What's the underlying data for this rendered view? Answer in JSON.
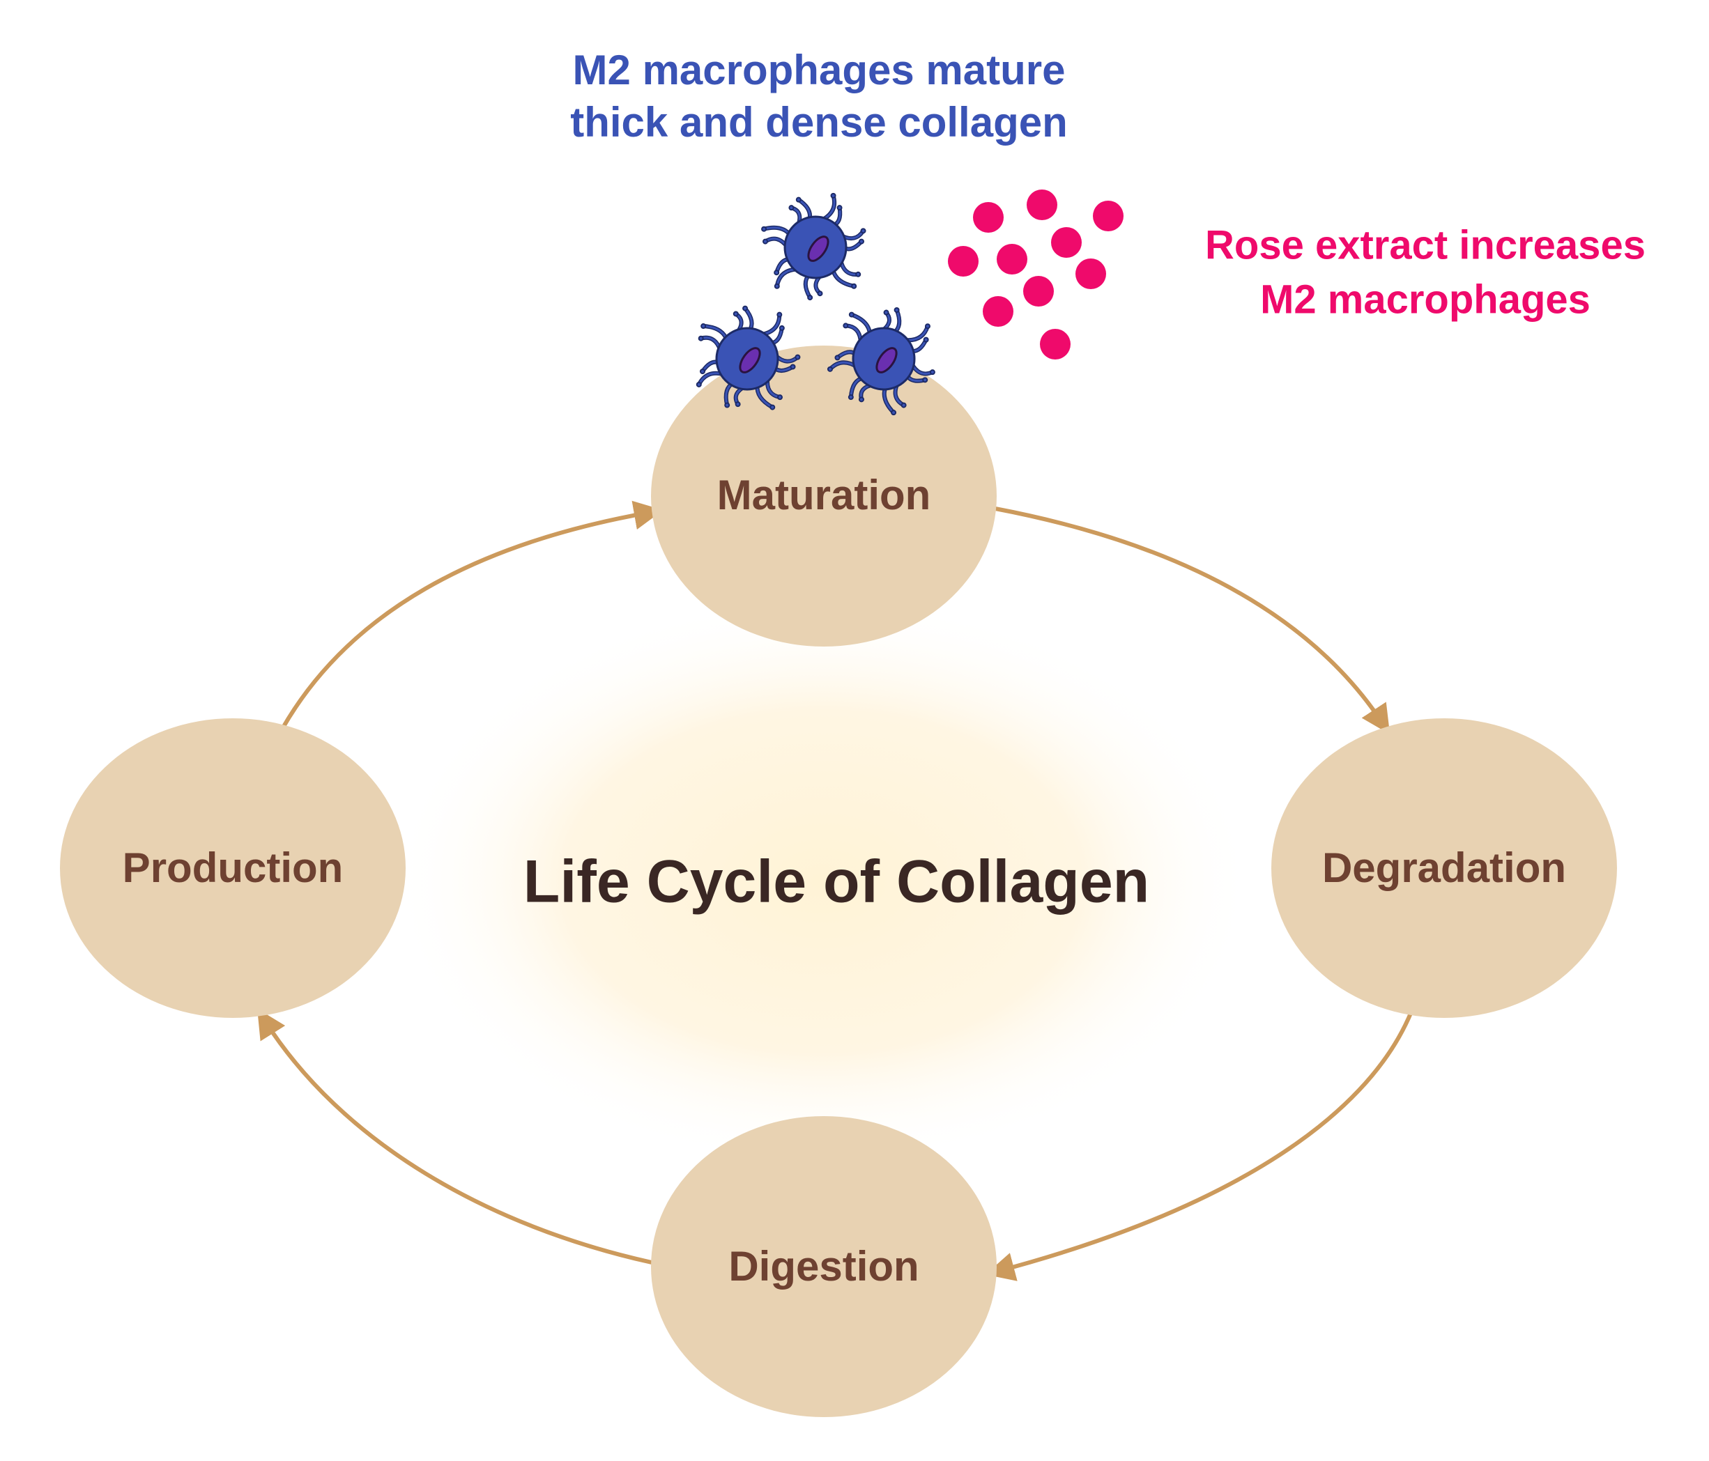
{
  "title": "Life Cycle of Collagen",
  "stages": {
    "maturation": "Maturation",
    "degradation": "Degradation",
    "digestion": "Digestion",
    "production": "Production"
  },
  "annotations": {
    "macrophage_line1": "M2 macrophages mature",
    "macrophage_line2": "thick and dense collagen",
    "rose_line1": "Rose extract increases",
    "rose_line2": "M2 macrophages"
  },
  "colors": {
    "node_fill": "#e8d2b2",
    "node_text": "#6e4131",
    "arrow": "#cc9a5c",
    "title": "#3a2724",
    "macrophage_text": "#3a53b5",
    "rose_text": "#ef0a6b",
    "macrophage_body": "#3a53b5",
    "nucleus": "#6a2fb0",
    "rose_dot": "#ef0a6b",
    "center_glow": "#fff5dc"
  },
  "icons": {
    "macrophage": "macrophage-cell-icon",
    "rose_particle": "rose-extract-dot-icon"
  }
}
